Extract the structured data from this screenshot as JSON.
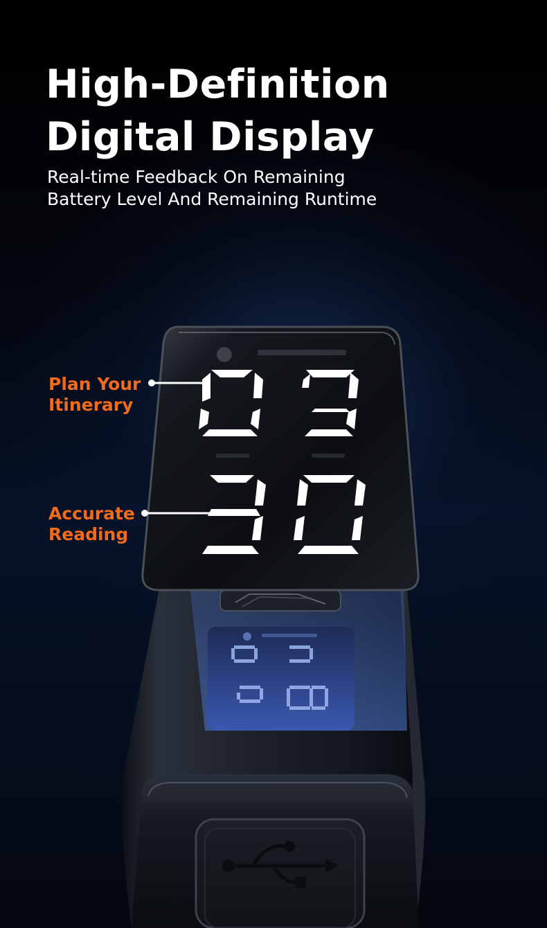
{
  "headline": {
    "line1": "High-Definition",
    "line2": "Digital Display"
  },
  "subheadline": {
    "line1": "Real-time Feedback On Remaining",
    "line2": "Battery Level And Remaining Runtime"
  },
  "callouts": [
    {
      "line1": "Plan Your",
      "line2": "Itinerary"
    },
    {
      "line1": "Accurate",
      "line2": "Reading"
    }
  ],
  "colors": {
    "accent": "#f26a1b",
    "text": "#ffffff",
    "background": "#03070f"
  },
  "icons": [
    "usb-icon"
  ]
}
